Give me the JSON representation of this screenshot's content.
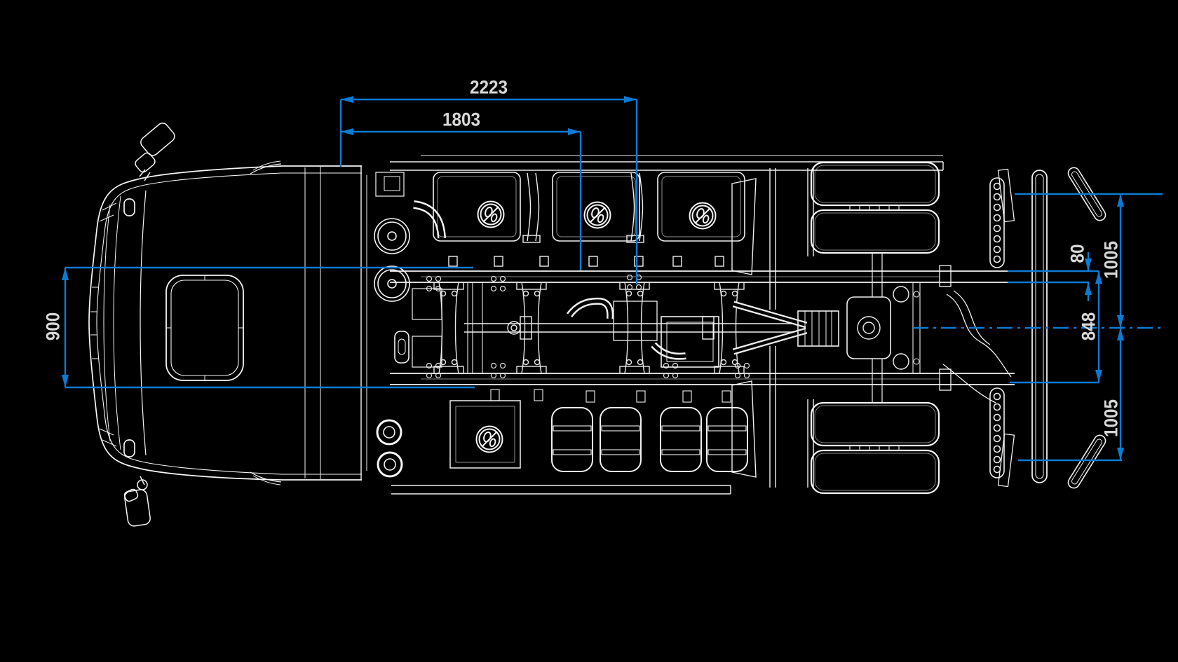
{
  "drawing": {
    "colors": {
      "background": "#000000",
      "linework": "#f5f5f5",
      "dimension_lines": "#0c7bd3",
      "dimension_text": "#d8d8d8"
    },
    "dimensions": {
      "top": [
        {
          "label": "2223"
        },
        {
          "label": "1803"
        }
      ],
      "left": [
        {
          "label": "900"
        }
      ],
      "right": [
        {
          "label": "80"
        },
        {
          "label": "1005"
        },
        {
          "label": "848"
        },
        {
          "label": "1005"
        }
      ]
    }
  }
}
